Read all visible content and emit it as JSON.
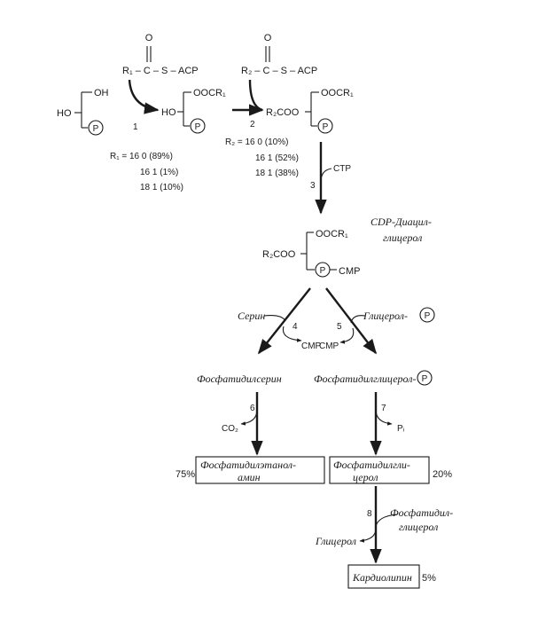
{
  "substrate": {
    "ho": "HO",
    "oh": "OH",
    "p": "P"
  },
  "acyl1": {
    "o": "O",
    "formula": "R₁ – C – S – ACP"
  },
  "acyl2": {
    "o": "O",
    "formula": "R₂ – C – S – ACP"
  },
  "lyso": {
    "ho": "HO",
    "oocr": "OOCR₁",
    "p": "P"
  },
  "pa": {
    "r2coo": "R₂COO",
    "oocr": "OOCR₁",
    "p": "P"
  },
  "steps": {
    "s1": "1",
    "s2": "2",
    "s3": "3",
    "s4": "4",
    "s5": "5",
    "s6": "6",
    "s7": "7",
    "s8": "8"
  },
  "r1_list": [
    "R₁ = 16 0 (89%)",
    "16 1 (1%)",
    "18 1 (10%)"
  ],
  "r2_list": [
    "R₂ = 16 0 (10%)",
    "16 1 (52%)",
    "18 1 (38%)"
  ],
  "ctp": "CTP",
  "cdp_label": [
    "CDP-Диацил-",
    "глицерол"
  ],
  "cdp": {
    "r2coo": "R₂COO",
    "oocr": "OOCR₁",
    "p": "P",
    "cmp": "CMP"
  },
  "serine": "Серин",
  "cmp_left": "CMP",
  "glycerol_p": "Глицерол-",
  "cmp_right": "CMP",
  "ps": "Фосфатидилсерин",
  "pgp": "Фосфатидилглицерол-",
  "co2": "CO₂",
  "pi": "Pᵢ",
  "pe": {
    "line1": "Фосфатидилэтанол-",
    "line2": "амин",
    "pct": "75%"
  },
  "pg": {
    "line1": "Фосфатидилгли-",
    "line2": "церол",
    "pct": "20%"
  },
  "pg_in": [
    "Фосфатидил-",
    "глицерол"
  ],
  "glycerol_out": "Глицерол",
  "cl": {
    "label": "Кардиолипин",
    "pct": "5%"
  }
}
